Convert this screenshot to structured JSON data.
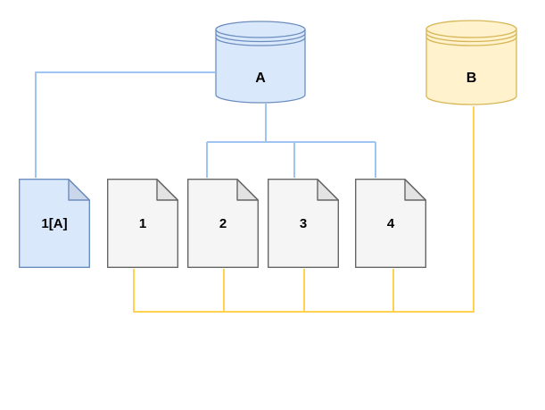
{
  "diagram": {
    "cylinders": [
      {
        "id": "A",
        "label": "A",
        "fill": "#dae8fc",
        "stroke": "#6c8ebf"
      },
      {
        "id": "B",
        "label": "B",
        "fill": "#fff2cc",
        "stroke": "#d6b656"
      }
    ],
    "documents": [
      {
        "id": "1[A]",
        "label": "1[A]",
        "fill": "#dae8fc",
        "stroke": "#6c8ebf"
      },
      {
        "id": "1",
        "label": "1",
        "fill": "#f5f5f5",
        "stroke": "#666666"
      },
      {
        "id": "2",
        "label": "2",
        "fill": "#f5f5f5",
        "stroke": "#666666"
      },
      {
        "id": "3",
        "label": "3",
        "fill": "#f5f5f5",
        "stroke": "#666666"
      },
      {
        "id": "4",
        "label": "4",
        "fill": "#f5f5f5",
        "stroke": "#666666"
      }
    ],
    "connectors": {
      "blue_color": "#9fc4f2",
      "yellow_color": "#ffd24f"
    }
  }
}
